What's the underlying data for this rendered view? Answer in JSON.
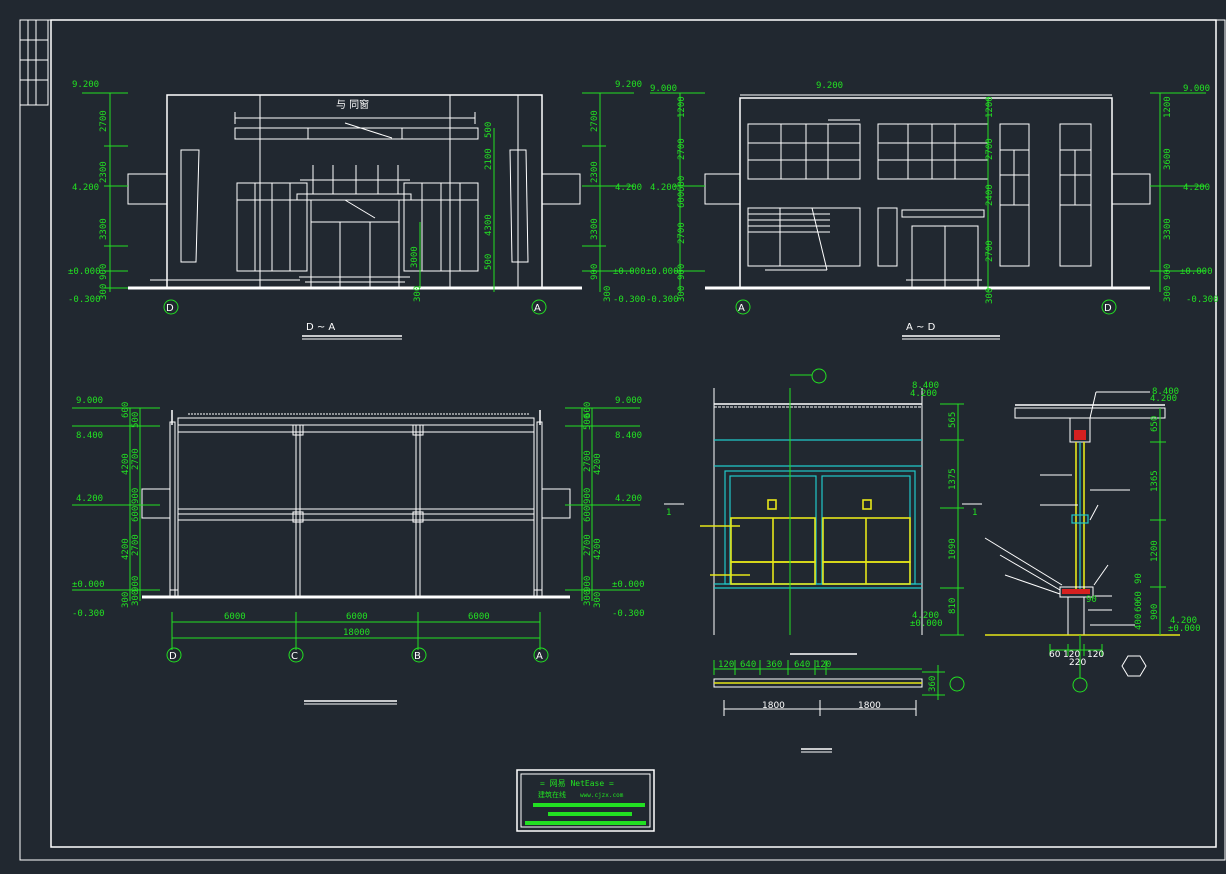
{
  "elevation_left": {
    "title": "D ~ A",
    "sign_text": "与  同窗",
    "levels_left": [
      "9.200",
      "4.200",
      "±0.000",
      "-0.300"
    ],
    "levels_right": [
      "9.200",
      "4.200",
      "±0.000",
      "-0.300"
    ],
    "dims_left": [
      "2700",
      "2300",
      "3300",
      "900",
      "300"
    ],
    "dims_right": [
      "2700",
      "2300",
      "3300",
      "900",
      "300"
    ],
    "dims_inner": [
      "500",
      "2100",
      "4300",
      "500",
      "3000",
      "300"
    ],
    "axes": [
      "D",
      "A"
    ]
  },
  "elevation_right": {
    "title": "A ~ D",
    "levels_left": [
      "9.000",
      "4.200",
      "±0.000",
      "-0.300"
    ],
    "levels_right": [
      "9.000",
      "4.200",
      "±0.000",
      "-0.300"
    ],
    "level_top": "9.200",
    "dims_left": [
      "1200",
      "2700",
      "600",
      "600",
      "2700",
      "900",
      "300"
    ],
    "dims_right": [
      "1200",
      "3600",
      "3300",
      "900",
      "300"
    ],
    "dims_inner": [
      "1200",
      "2700",
      "2400",
      "2700",
      "300"
    ],
    "axes": [
      "A",
      "D"
    ]
  },
  "section": {
    "levels_left": [
      "9.000",
      "8.400",
      "4.200",
      "±0.000",
      "-0.300"
    ],
    "levels_right": [
      "9.000",
      "8.400",
      "4.200",
      "±0.000",
      "-0.300"
    ],
    "dims_left": [
      "600",
      "500",
      "4200",
      "2700",
      "900",
      "300",
      "600",
      "4200",
      "2700",
      "900",
      "300"
    ],
    "dims_right": [
      "600",
      "500",
      "2700",
      "4200",
      "900",
      "300",
      "600",
      "2700",
      "4200",
      "900",
      "300"
    ],
    "bay_dims": [
      "6000",
      "6000",
      "6000"
    ],
    "total_dim": "18000",
    "axes": [
      "D",
      "C",
      "B",
      "A"
    ]
  },
  "window_detail": {
    "levels": [
      "8.400",
      "4.200",
      "4.200",
      "±0.000"
    ],
    "dims_right": [
      "565",
      "1375",
      "1090",
      "810"
    ],
    "dims_bottom": [
      "120",
      "640",
      "360",
      "640",
      "120"
    ],
    "dims_total": [
      "1800",
      "1800"
    ],
    "side_dim": "360",
    "section_mark": "1"
  },
  "wall_section": {
    "levels": [
      "8.400",
      "4.200",
      "4.200",
      "±0.000"
    ],
    "dims_right": [
      "650",
      "1365",
      "1200",
      "90",
      "900"
    ],
    "dims_left": [
      "400",
      "60",
      "60",
      "90"
    ],
    "dims_bottom": [
      "60",
      "120",
      "120",
      "220"
    ]
  },
  "title_block": {
    "line1": "= 网易 NetEase =",
    "line2": "建筑在线",
    "line3": "www.cjzx.com"
  },
  "colors": {
    "background": "#212830",
    "lines": "#ffffff",
    "dimensions": "#22e022",
    "cyan": "#21c9c9",
    "yellow": "#e6e619"
  }
}
